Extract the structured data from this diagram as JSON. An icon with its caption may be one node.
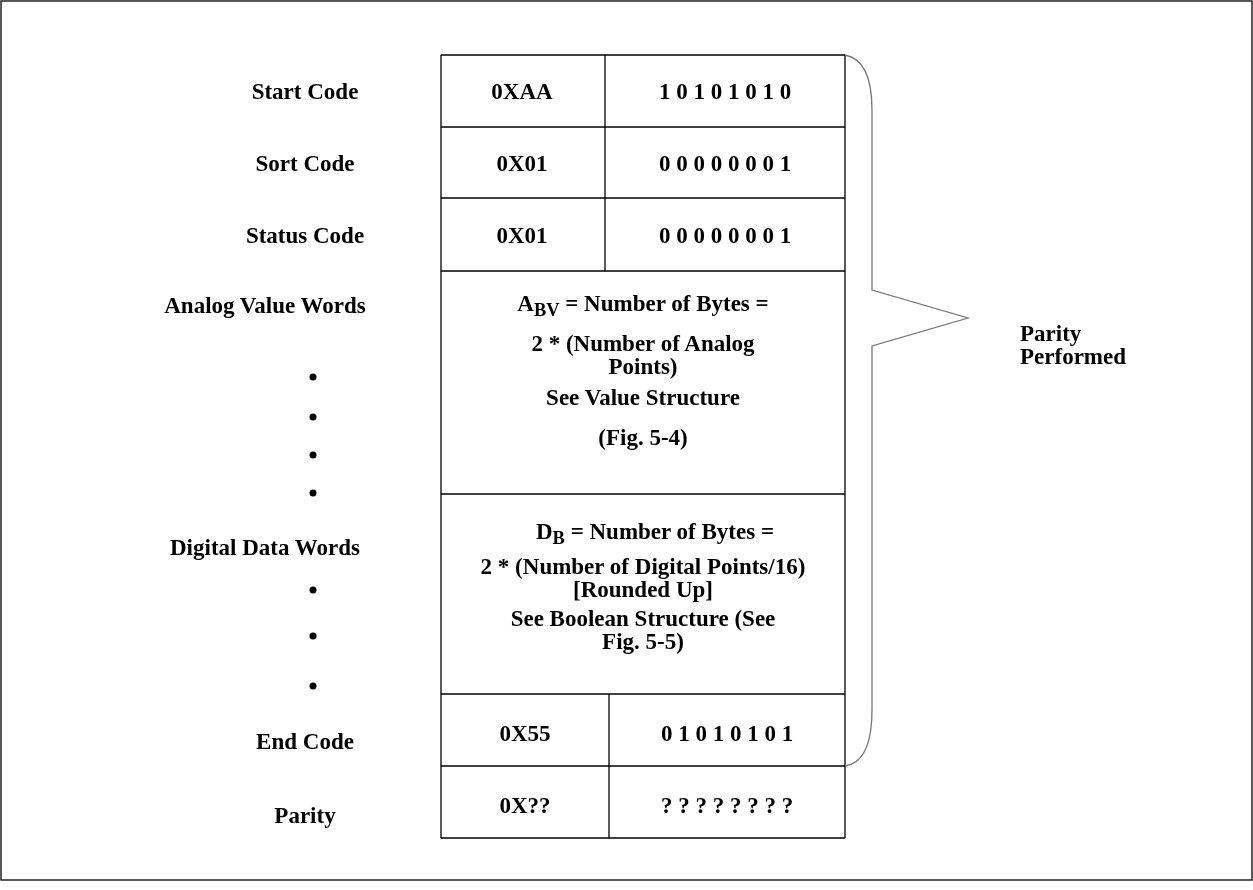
{
  "diagram": {
    "labels": [
      "Start Code",
      "0XAA",
      "1 0 1 0 1 0 1 0",
      "Sort Code",
      "0X01",
      "0 0 0 0 0 0 0 1",
      "Status Code",
      "0X01",
      "0 0 0 0 0 0 0 1",
      "Analog Value Words",
      "A$_{BV}$ = Number of Bytes =",
      "2 * (Number of Analog Points)",
      "See Value Structure",
      "(Fig. 5-4)",
      "Digital Data Words",
      "D$_{B}$ = Number of Bytes =",
      "2 * (Number of Digital Points/16) [Rounded Up]",
      "See Boolean Structure (See Fig. 5-5)",
      "End Code",
      "0X55",
      "0 1 0 1 0 1 0 1",
      "Parity",
      "0X??",
      "? ? ? ? ? ? ? ?",
      "Parity Performed"
    ]
  }
}
